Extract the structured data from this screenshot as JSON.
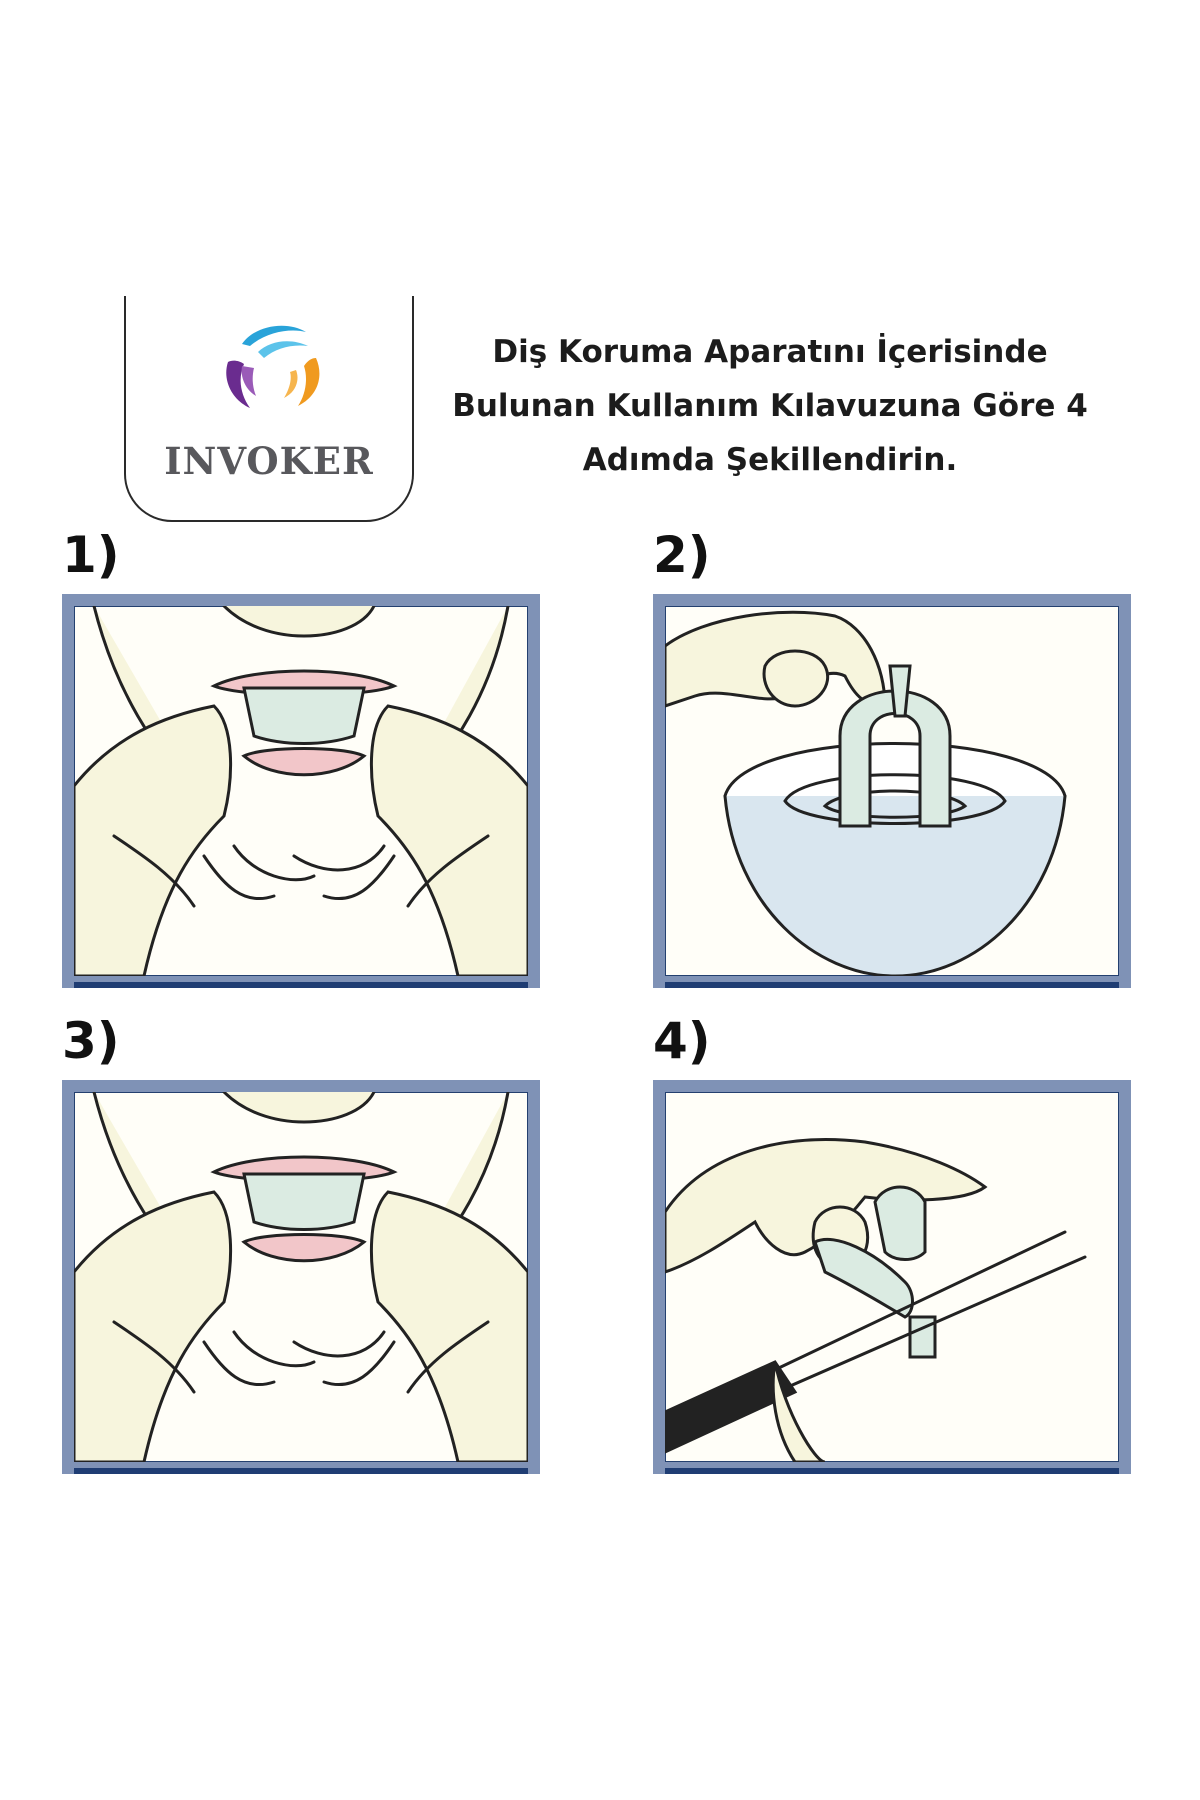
{
  "brand": {
    "name": "INVOKER",
    "colors": {
      "blue": "#29a3d9",
      "purple": "#6a2c8f",
      "orange": "#f09a1f"
    }
  },
  "instruction": {
    "lines": [
      "Diş Koruma Aparatını İçerisinde",
      "Bulunan Kullanım Kılavuzuna Göre 4",
      "Adımda Şekillendirin."
    ]
  },
  "steps": [
    {
      "label": "1)",
      "icon": "fitting-mouthguard-illustration"
    },
    {
      "label": "2)",
      "icon": "dipping-mouthguard-in-water-illustration"
    },
    {
      "label": "3)",
      "icon": "fitting-mouthguard-illustration"
    },
    {
      "label": "4)",
      "icon": "trimming-mouthguard-with-scissors-illustration"
    }
  ],
  "colors": {
    "panel_border": "#7f92b6",
    "panel_border_dark": "#1f3d73",
    "skin": "#f7f5dd",
    "guard": "#dbebe2",
    "lip": "#f2c6c9"
  }
}
